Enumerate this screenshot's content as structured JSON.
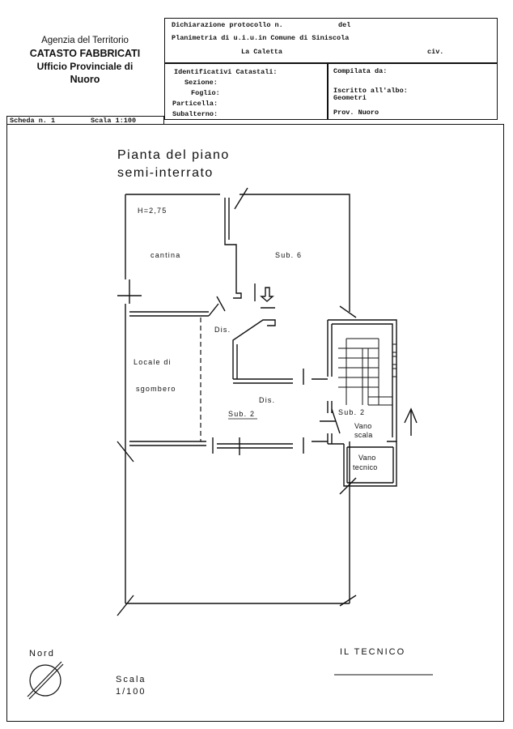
{
  "agency": {
    "line1": "Agenzia del Territorio",
    "line2": "CATASTO FABBRICATI",
    "line3": "Ufficio Provinciale di",
    "line4": "Nuoro"
  },
  "header": {
    "dichiarazione": "Dichiarazione protocollo n.",
    "del": "del",
    "planimetria": "Planimetria di u.i.u.in Comune di Siniscola",
    "localita": "La Caletta",
    "civ": "civ.",
    "identificativi": "Identificativi Catastali:",
    "sezione": "Sezione:",
    "foglio": "Foglio:",
    "particella": "Particella:",
    "subalterno": "Subalterno:",
    "compilata": "Compilata da:",
    "iscritto": "Iscritto all'albo:",
    "albo": "Geometri",
    "prov": "Prov. Nuoro"
  },
  "scheda": {
    "scheda": "Scheda n. 1",
    "scala": "Scala 1:100"
  },
  "plan": {
    "title1": "Pianta del piano",
    "title2": "semi-interrato",
    "height": "H=2,75",
    "cantina": "cantina",
    "sub6": "Sub. 6",
    "dis1": "Dis.",
    "locale1": "Locale di",
    "locale2": "sgombero",
    "dis2": "Dis.",
    "sub2a": "Sub. 2",
    "sub2b": "Sub. 2",
    "vano1": "Vano",
    "vano2": "scala",
    "vanotec1": "Vano",
    "vanotec2": "tecnico"
  },
  "footer": {
    "nord": "Nord",
    "scala": "Scala",
    "scala_val": "1/100",
    "tecnico": "IL TECNICO"
  }
}
